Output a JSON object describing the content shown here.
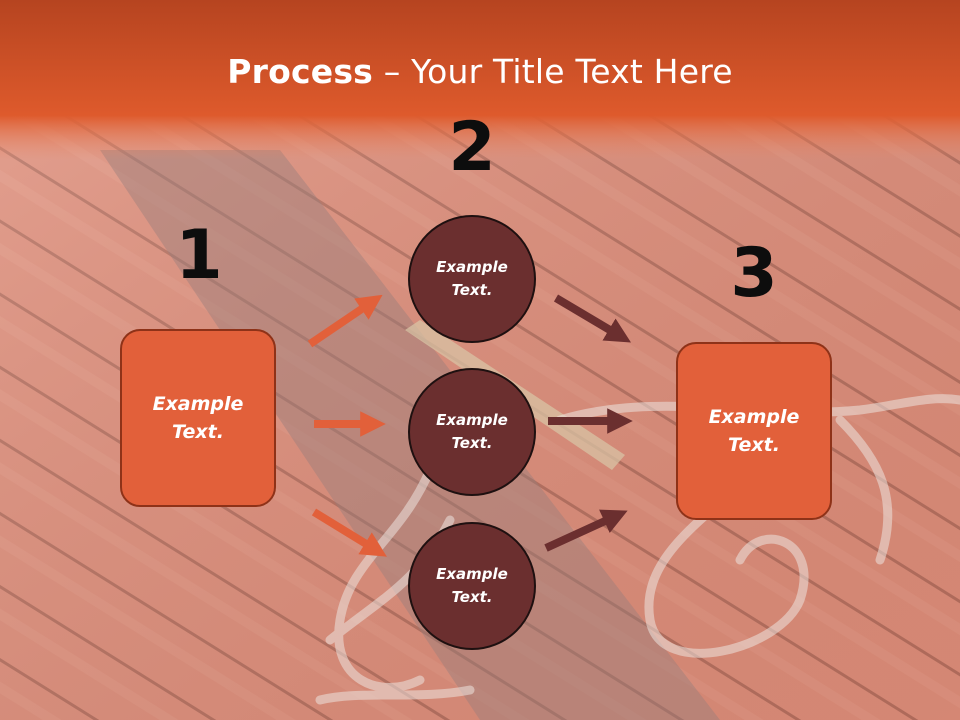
{
  "title": {
    "bold": "Process",
    "rest": " – Your Title Text Here"
  },
  "steps": [
    {
      "number": "1",
      "text": "Example\nText."
    },
    {
      "number": "2",
      "circles": [
        "Example\nText.",
        "Example\nText.",
        "Example\nText."
      ]
    },
    {
      "number": "3",
      "text": "Example\nText."
    }
  ],
  "colors": {
    "banner": "#D9582C",
    "box": "#E2603A",
    "circle": "#6B2F2F",
    "arrow_light": "#E2603A",
    "arrow_dark": "#6B2F2F"
  }
}
